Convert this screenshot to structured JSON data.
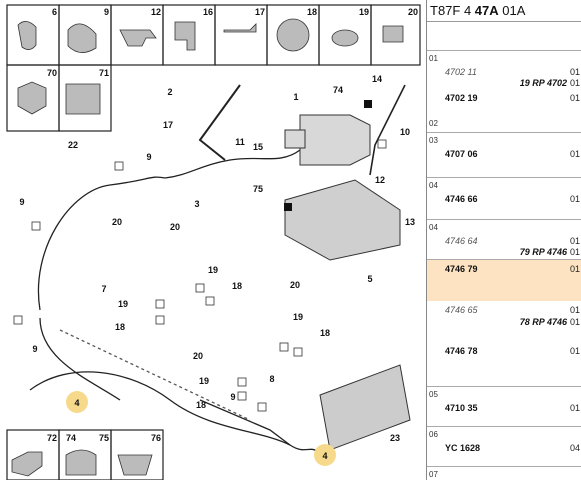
{
  "header": {
    "prefix": "T87F 4 ",
    "bold": "47A",
    "suffix": " 01A"
  },
  "diagram": {
    "callouts": [
      "1",
      "2",
      "3",
      "4",
      "4",
      "5",
      "7",
      "8",
      "9",
      "9",
      "9",
      "9",
      "10",
      "11",
      "12",
      "13",
      "14",
      "15",
      "17",
      "18",
      "18",
      "18",
      "18",
      "19",
      "19",
      "19",
      "19",
      "20",
      "20",
      "20",
      "20",
      "22",
      "23",
      "74",
      "75"
    ],
    "thumbnails_top": [
      "6",
      "9",
      "12",
      "16",
      "17",
      "18",
      "19",
      "20"
    ],
    "thumbnails_mid": [
      "70",
      "71"
    ],
    "thumbnails_bottom": [
      "72",
      "74",
      "75",
      "76"
    ]
  },
  "parts": [
    {
      "pos": "01",
      "ref": "4702 11",
      "alt": true,
      "sub": "",
      "qty": ""
    },
    {
      "pos": "",
      "ref": "",
      "alt": false,
      "sub": "19 RP 4702",
      "qty": "01"
    },
    {
      "pos": "",
      "ref": "4702 19",
      "alt": false,
      "sub": "",
      "qty": "01"
    },
    {
      "pos": "02",
      "ref": "",
      "alt": false,
      "sub": "",
      "qty": ""
    },
    {
      "pos": "03",
      "ref": "4707 06",
      "alt": false,
      "sub": "",
      "qty": "01"
    },
    {
      "pos": "04",
      "ref": "4746 66",
      "alt": false,
      "sub": "",
      "qty": "01"
    },
    {
      "pos": "04",
      "ref": "4746 64",
      "alt": true,
      "sub": "",
      "qty": "01"
    },
    {
      "pos": "",
      "ref": "",
      "alt": false,
      "sub": "79 RP 4746",
      "qty": "01"
    },
    {
      "pos": "",
      "ref": "4746 79",
      "alt": false,
      "sub": "",
      "qty": "01"
    },
    {
      "pos": "",
      "ref": "4746 65",
      "alt": true,
      "sub": "",
      "qty": "01"
    },
    {
      "pos": "",
      "ref": "",
      "alt": false,
      "sub": "78 RP 4746",
      "qty": "01"
    },
    {
      "pos": "",
      "ref": "4746 78",
      "alt": false,
      "sub": "",
      "qty": "01"
    },
    {
      "pos": "05",
      "ref": "4710 35",
      "alt": false,
      "sub": "",
      "qty": "01"
    },
    {
      "pos": "06",
      "ref": "YC 1628",
      "alt": false,
      "sub": "",
      "qty": "04"
    },
    {
      "pos": "07",
      "ref": "",
      "alt": false,
      "sub": "",
      "qty": ""
    }
  ]
}
